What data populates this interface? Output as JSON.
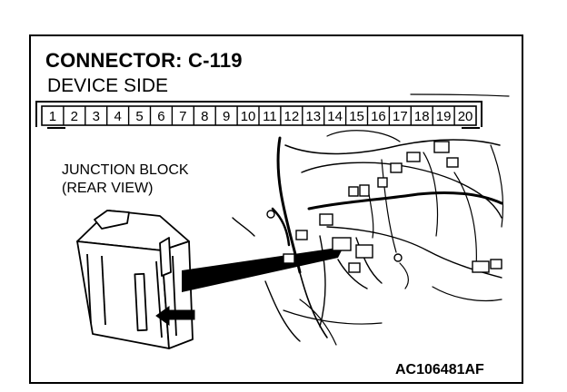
{
  "title": "CONNECTOR: C-119",
  "subtitle": "DEVICE SIDE",
  "connector": {
    "pins": [
      "1",
      "2",
      "3",
      "4",
      "5",
      "6",
      "7",
      "8",
      "9",
      "10",
      "11",
      "12",
      "13",
      "14",
      "15",
      "16",
      "17",
      "18",
      "19",
      "20"
    ]
  },
  "junction_block_label": {
    "line1": "JUNCTION BLOCK",
    "line2": "(REAR VIEW)"
  },
  "figure_code": "AC106481AF"
}
